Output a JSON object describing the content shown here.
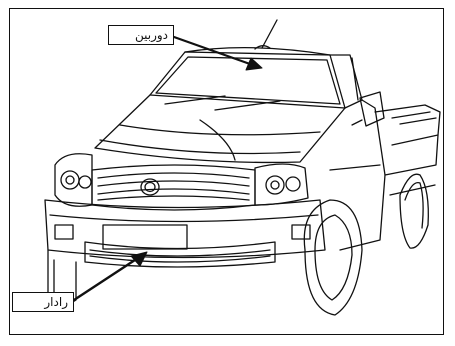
{
  "callouts": {
    "camera": "دوربین",
    "radar": "رادار"
  },
  "colors": {
    "line": "#111111",
    "background": "#ffffff"
  },
  "subject": "pickup-truck-line-drawing"
}
